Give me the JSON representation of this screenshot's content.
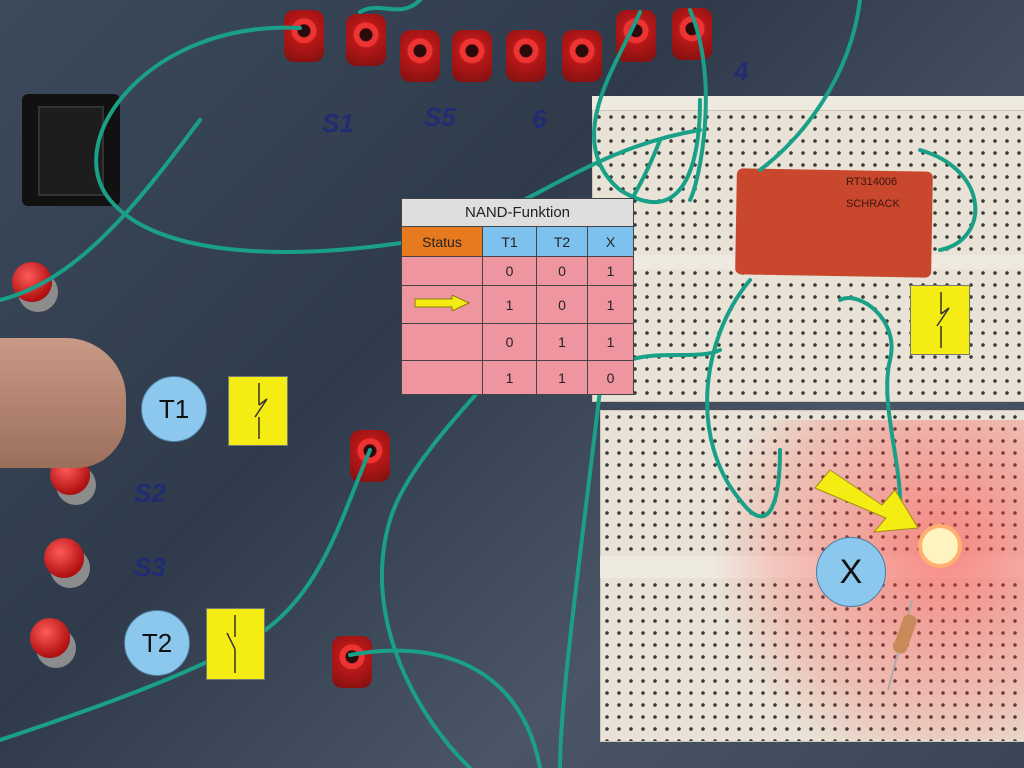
{
  "table": {
    "title": "NAND-Funktion",
    "headers": [
      "Status",
      "T1",
      "T2",
      "X"
    ],
    "rows": [
      {
        "status": "",
        "t1": "0",
        "t2": "0",
        "x": "1"
      },
      {
        "status": "arrow",
        "t1": "1",
        "t2": "0",
        "x": "1"
      },
      {
        "status": "",
        "t1": "0",
        "t2": "1",
        "x": "1"
      },
      {
        "status": "",
        "t1": "1",
        "t2": "1",
        "x": "0"
      }
    ],
    "current_row": 2
  },
  "labels": {
    "t1": "T1",
    "t2": "T2",
    "x": "X"
  },
  "photo_marks": {
    "s1": "S1",
    "s5": "S5",
    "six": "6",
    "four": "4",
    "s2": "S2",
    "s3": "S3",
    "relay_model": "RT314006",
    "relay_brand": "SCHRACK"
  },
  "colors": {
    "status": "#e77a1f",
    "header": "#7dc1ee",
    "cell": "#ef95a0",
    "symbol": "#f5ec14",
    "label": "#8cc7ee",
    "wire": "#1aa088"
  }
}
